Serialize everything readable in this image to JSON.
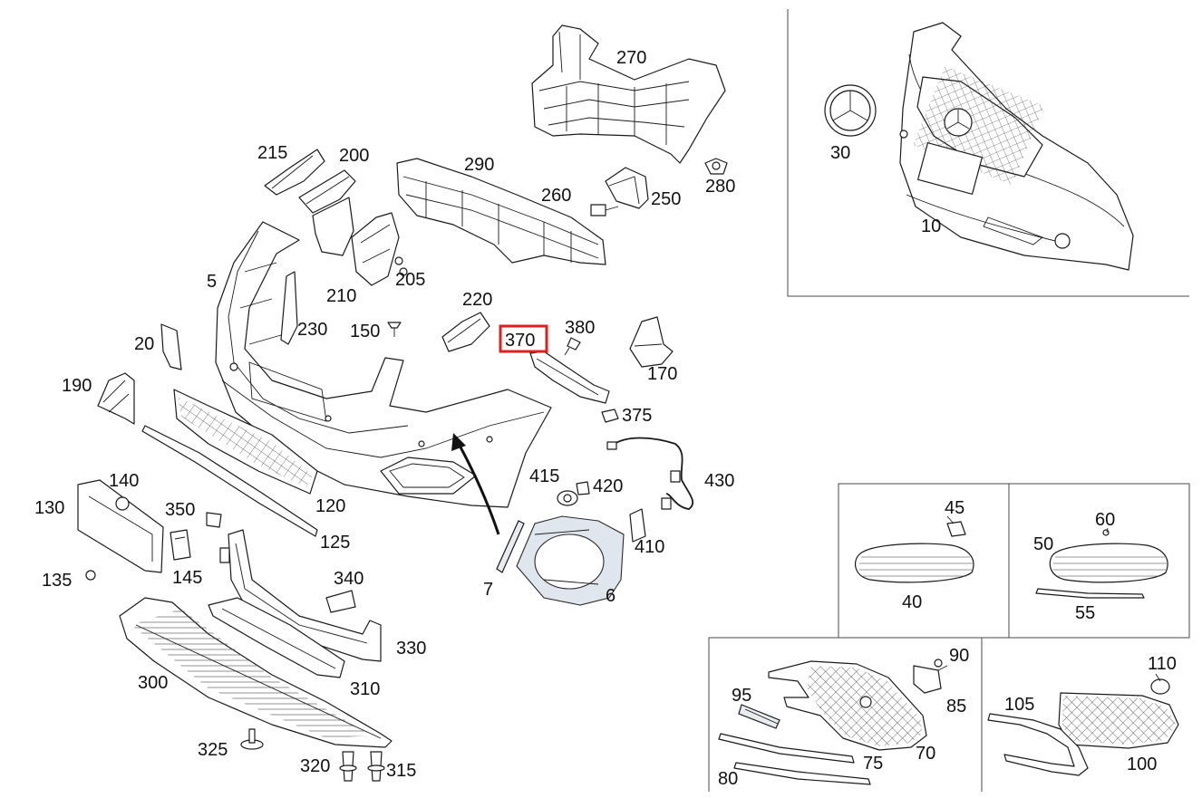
{
  "diagram": {
    "highlight_color": "#e0201e",
    "highlighted_part": "370",
    "labels": {
      "l270": "270",
      "l215": "215",
      "l200": "200",
      "l290": "290",
      "l260": "260",
      "l250": "250",
      "l280": "280",
      "l5": "5",
      "l205": "205",
      "l210": "210",
      "l220": "220",
      "l230": "230",
      "l150": "150",
      "l370": "370",
      "l380": "380",
      "l170": "170",
      "l20": "20",
      "l190": "190",
      "l375": "375",
      "l140": "140",
      "l130": "130",
      "l350": "350",
      "l415": "415",
      "l420": "420",
      "l430": "430",
      "l120": "120",
      "l125": "125",
      "l145": "145",
      "l135": "135",
      "l410": "410",
      "l340": "340",
      "l7": "7",
      "l6": "6",
      "l330": "330",
      "l300": "300",
      "l310": "310",
      "l325": "325",
      "l320": "320",
      "l315": "315",
      "l30": "30",
      "l10": "10",
      "l45": "45",
      "l40": "40",
      "l60": "60",
      "l50": "50",
      "l55": "55",
      "l90": "90",
      "l95": "95",
      "l85": "85",
      "l75": "75",
      "l70": "70",
      "l80": "80",
      "l110": "110",
      "l105": "105",
      "l100": "100"
    }
  }
}
